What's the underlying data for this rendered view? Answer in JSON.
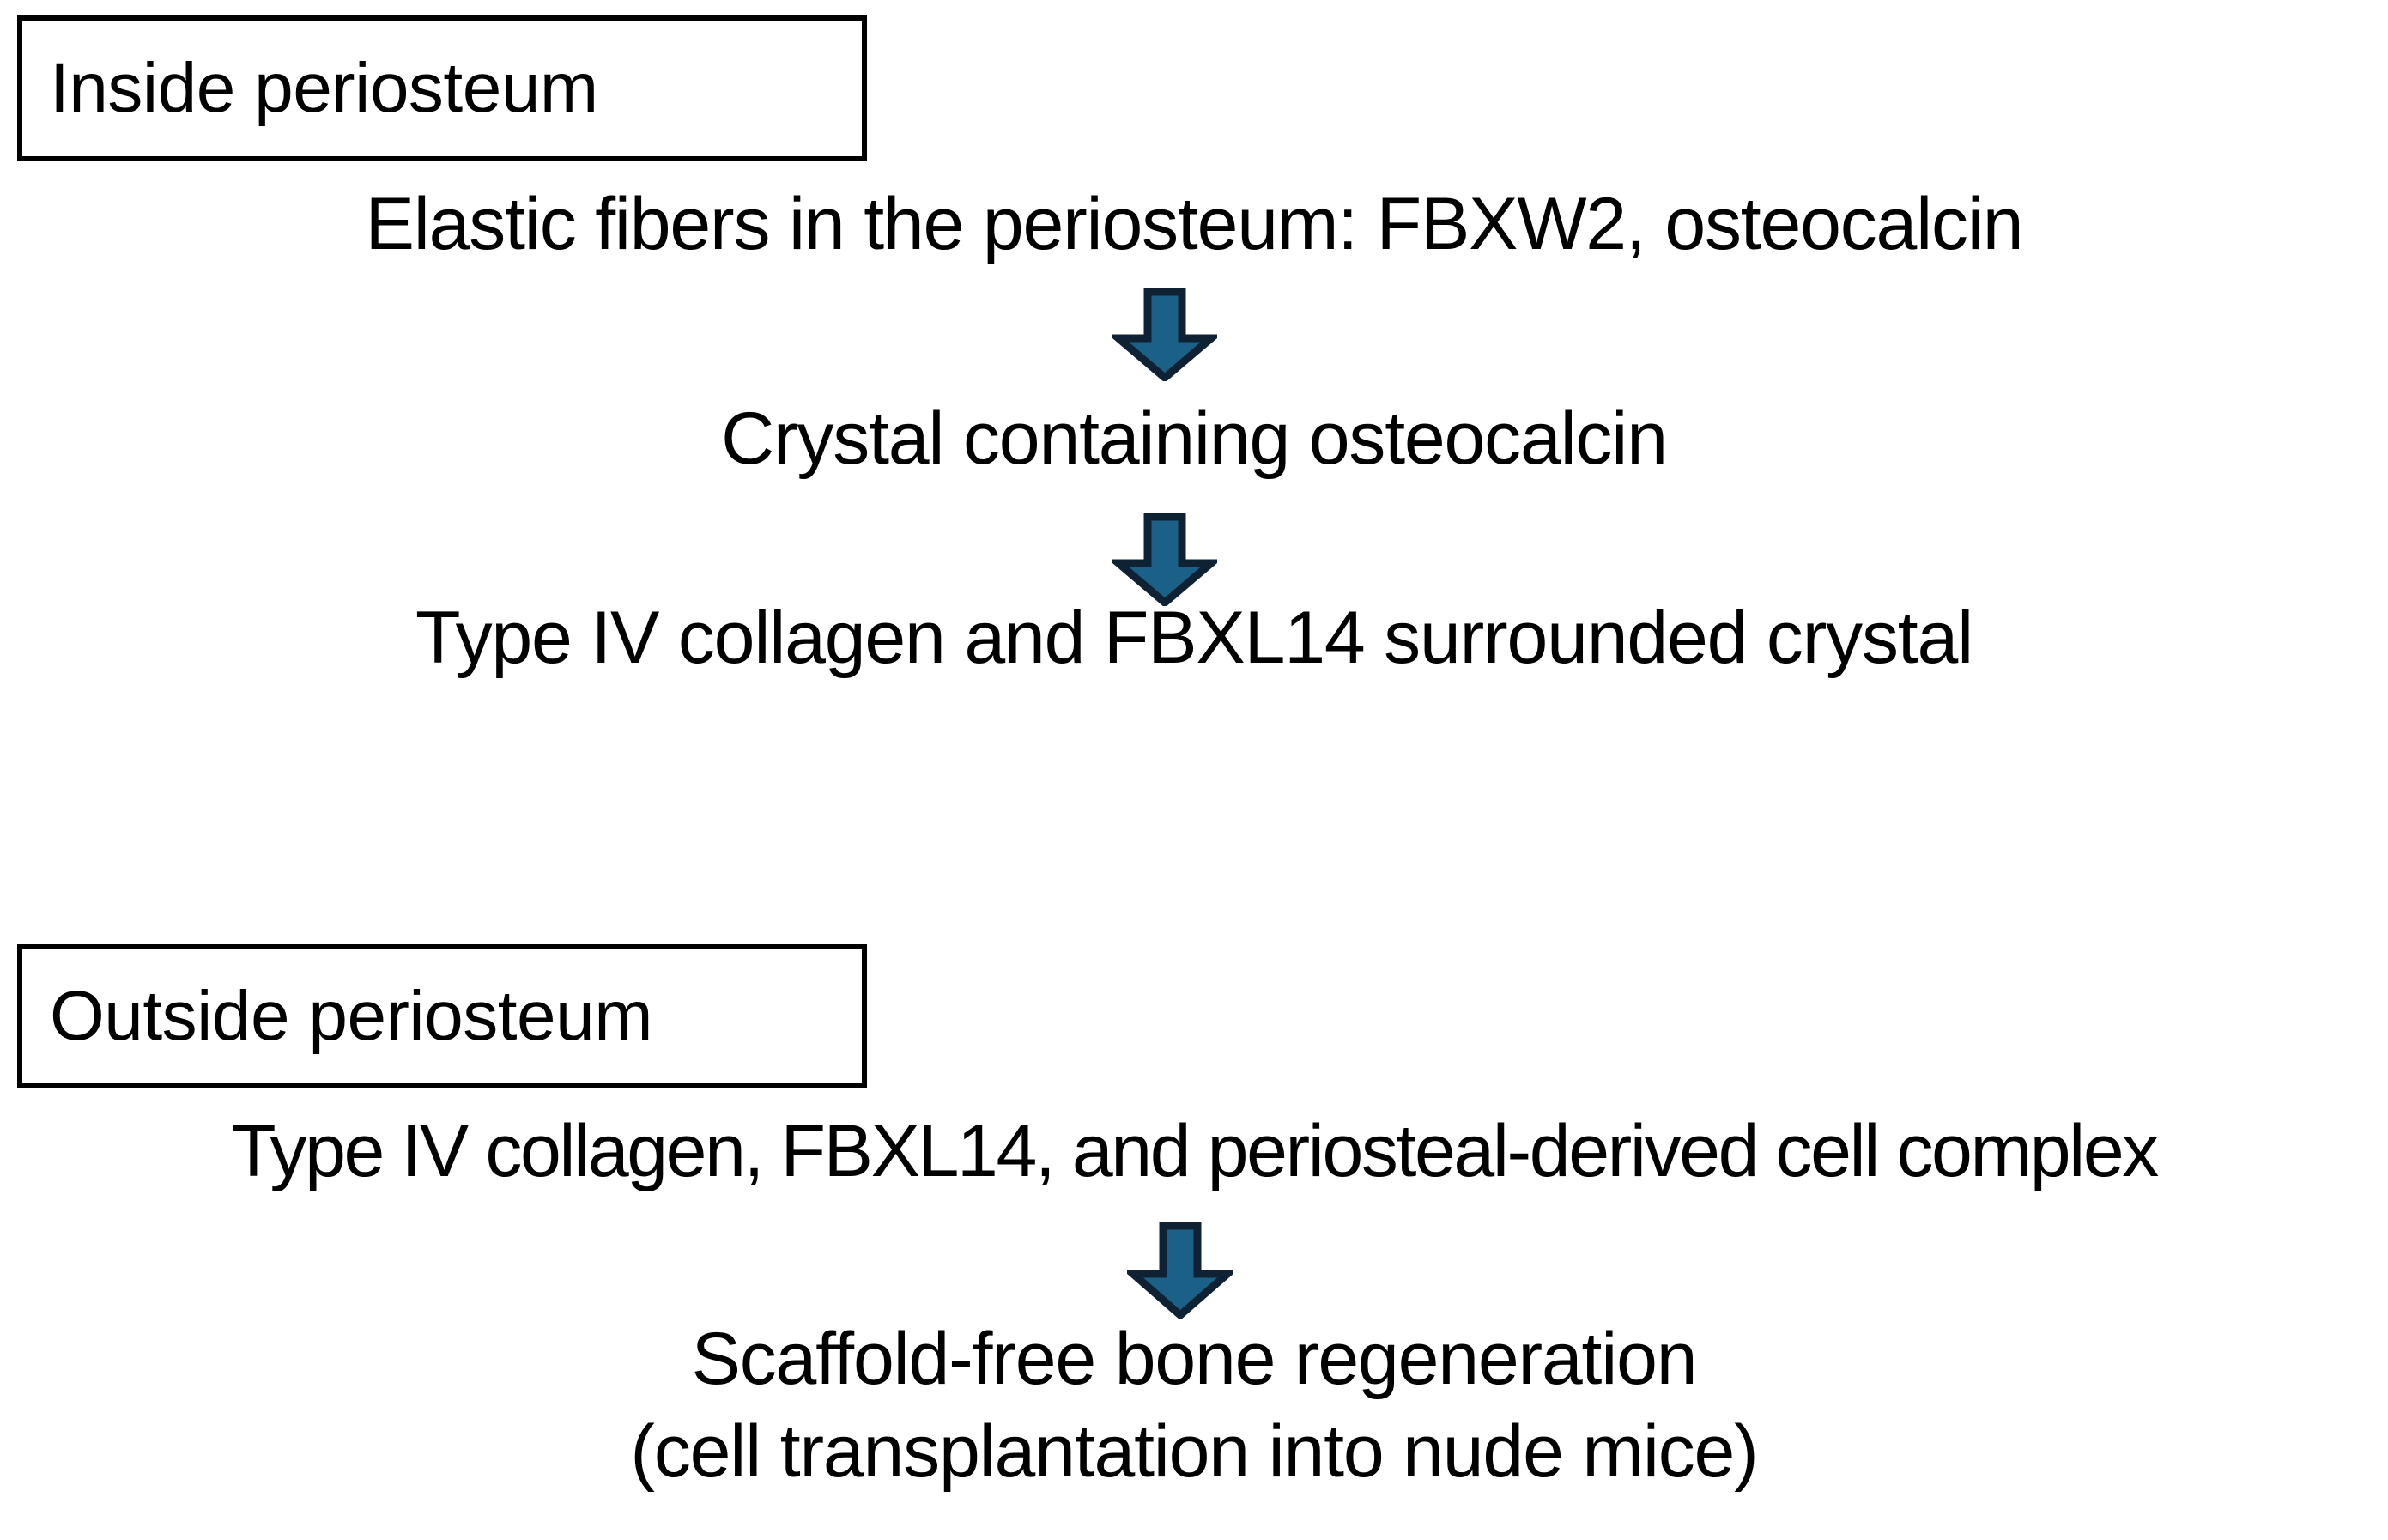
{
  "diagram": {
    "title_inside": "Inside periosteum",
    "title_outside": "Outside periosteum",
    "arrow_icon_name": "down-arrow-icon",
    "colors": {
      "arrow_fill": "#1b6087",
      "arrow_stroke": "#0f2233",
      "box_border": "#000000",
      "text": "#000000",
      "background": "#ffffff"
    },
    "sections": [
      {
        "id": "inside-periosteum",
        "label": "Inside periosteum",
        "steps": [
          "Elastic fibers in the periosteum: FBXW2, osteocalcin",
          "Crystal containing osteocalcin",
          "Type IV collagen and FBXL14 surrounded crystal"
        ]
      },
      {
        "id": "outside-periosteum",
        "label": "Outside periosteum",
        "steps": [
          "Type IV collagen, FBXL14, and periosteal-derived cell complex",
          "Scaffold-free bone regeneration",
          "(cell transplantation into nude mice)"
        ]
      }
    ]
  }
}
